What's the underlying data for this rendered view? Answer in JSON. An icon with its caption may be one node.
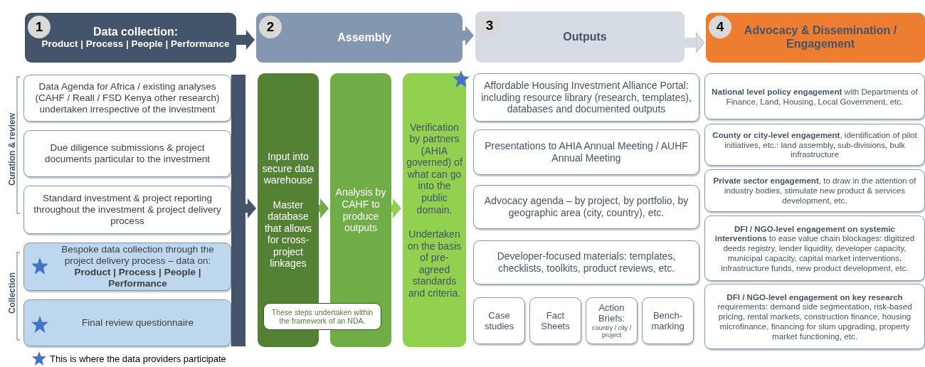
{
  "diagram": {
    "nodes": [
      {
        "text": [
          "1",
          "Data collection:",
          "Product | Process | People | Performance"
        ]
      },
      {
        "text": [
          "2",
          "Assembly"
        ]
      },
      {
        "text": [
          "3",
          "Outputs"
        ]
      },
      {
        "text": [
          "4",
          "Advocacy & Dissemination / Engagement"
        ]
      },
      {
        "text": [
          "Data Agenda for Africa / existing analyses (CAHF / Reall / FSD Kenya other research) undertaken irrespective of the investment"
        ]
      },
      {
        "text": [
          "Due diligence submissions & project documents particular to the investment"
        ]
      },
      {
        "text": [
          "Standard investment & project reporting throughout the investment & project delivery process"
        ]
      },
      {
        "text": [
          "Bespoke data collection through the project delivery process – data on: **Product | Process | People | Performance**"
        ]
      },
      {
        "text": [
          "Final review questionnaire"
        ]
      },
      {
        "text": [],
        "shape": "bar"
      },
      {
        "text": [
          "Input into secure data warehouse",
          "Master database that allows for cross-project linkages"
        ]
      },
      {
        "text": [
          "Analysis by CAHF to produce outputs"
        ]
      },
      {
        "text": [
          "Verification by partners (AHIA governed) of what can go into the public domain.",
          "Undertaken on the basis of pre-agreed standards and criteria."
        ]
      },
      {
        "text": [
          "These steps undertaken within the framework of an NDA."
        ]
      },
      {
        "text": [
          "Affordable Housing Investment Alliance Portal: including resource library (research, templates), databases and documented outputs"
        ]
      },
      {
        "text": [
          "Presentations to AHIA Annual Meeting / AUHF Annual Meeting"
        ]
      },
      {
        "text": [
          "Advocacy agenda – by project, by portfolio, by geographic area (city, country), etc."
        ]
      },
      {
        "text": [
          "Developer-focused materials: templates, checklists, toolkits, product reviews, etc."
        ]
      },
      {
        "text": [
          "Case studies"
        ]
      },
      {
        "text": [
          "Fact Sheets"
        ]
      },
      {
        "text": [
          "Action Briefs:",
          "country / city / project"
        ]
      },
      {
        "text": [
          "Bench-marking"
        ]
      },
      {
        "text": [
          "**National level policy engagement** with Departments of Finance, Land, Housing, Local Government, etc."
        ]
      },
      {
        "text": [
          "**County or city-level engagement**, identification of pilot initiatives, etc.: land assembly, sub-divisions, bulk infrastructure"
        ]
      },
      {
        "text": [
          "**Private sector engagement**, to draw in the attention of industry bodies, stimulate new product & services development, etc."
        ]
      },
      {
        "text": [
          "**DFI / NGO-level engagement on systemic interventions** to ease value chain blockages: digitized deeds registry, lender liquidity, developer capacity, municipal capacity, capital market interventions, infrastructure funds,  new product development, etc."
        ]
      },
      {
        "text": [
          "**DFI / NGO-level engagement on key research** requirements: demand side segmentation, risk-based pricing, rental markets, construction finance, housing microfinance, financing for slum upgrading, property market functioning, etc."
        ]
      }
    ],
    "edges": [
      {
        "from": 0,
        "to": 1,
        "arrow": "to",
        "color": "#44546a"
      },
      {
        "from": 1,
        "to": 2,
        "arrow": "to",
        "color": "#8497b0"
      },
      {
        "from": 2,
        "to": 3,
        "arrow": "to",
        "color": "#d6dce4"
      },
      {
        "from": 9,
        "to": 10,
        "arrow": "to",
        "color": "#44546a"
      },
      {
        "from": 10,
        "to": 11,
        "arrow": "to",
        "color": "#70ad47"
      },
      {
        "from": 11,
        "to": 12,
        "arrow": "to",
        "color": "#92d050"
      }
    ],
    "labels": [
      "Curation & review",
      "Collection"
    ],
    "legend": [
      {
        "text": "This is where the data providers participate"
      }
    ]
  }
}
